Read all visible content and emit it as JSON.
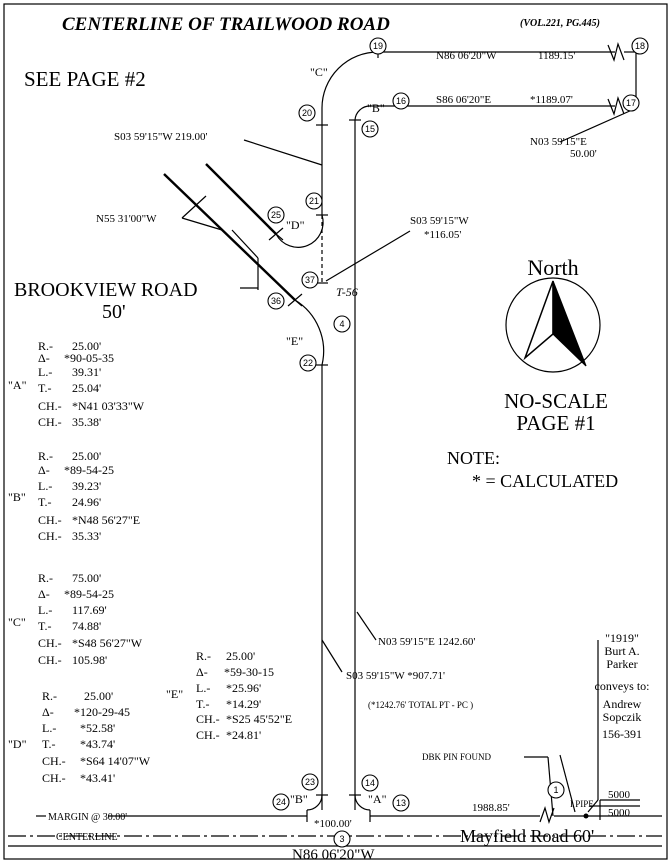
{
  "title": "CENTERLINE OF TRAILWOOD ROAD",
  "title_ref": "(VOL.221, PG.445)",
  "see_page": "SEE PAGE #2",
  "north_label": "North",
  "scale_note": "NO-SCALE",
  "page_note": "PAGE #1",
  "note_label": "NOTE:",
  "note_text": "*  = CALCULATED",
  "brookview": {
    "name": "BROOKVIEW ROAD",
    "width": "50'"
  },
  "mayfield": "Mayfield Road 60'",
  "centerline_label": "CENTERLINE",
  "margin_label": "MARGIN @ 30.00'",
  "bottom_bearing": "N86 06'20\"W",
  "bearings": {
    "top_north": "N86 06'20\"W",
    "top_north_dist": "1189.15'",
    "top_south": "S86 06'20\"E",
    "top_south_dist": "*1189.07'",
    "east_end": "N03 59'15\"E",
    "east_end_dist": "50.00'",
    "west_upper": "S03 59'15\"W  219.00'",
    "brookview_bearing": "N55 31'00\"W",
    "gap": "S03 59'15\"W",
    "gap_dist": "*116.05'",
    "east_long": "N03 59'15\"E  1242.60'",
    "west_long": "S03 59'15\"W  *907.71'",
    "total_note": "(*1242.76' TOTAL PT - PC )",
    "bottom_dist": "1988.85'",
    "bottom_small": "*100.00'"
  },
  "t_label": "T-56",
  "curve_letters": {
    "a": "\"A\"",
    "b": "\"B\"",
    "c": "\"C\"",
    "d": "\"D\"",
    "e": "\"E\""
  },
  "points": [
    "19",
    "18",
    "16",
    "17",
    "20",
    "15",
    "21",
    "25",
    "37",
    "4",
    "36",
    "22",
    "23",
    "24",
    "14",
    "13",
    "3",
    "1"
  ],
  "curve_a": {
    "letter": "\"A\"",
    "rows": [
      {
        "k": "R.-",
        "v": "25.00'"
      },
      {
        "k": "Δ-",
        "v": "*90-05-35"
      },
      {
        "k": "L.-",
        "v": "39.31'"
      },
      {
        "k": "T.-",
        "v": "25.04'"
      },
      {
        "k": "CH.-",
        "v": "*N41 03'33\"W"
      },
      {
        "k": "CH.-",
        "v": "35.38'"
      }
    ]
  },
  "curve_b": {
    "letter": "\"B\"",
    "rows": [
      {
        "k": "R.-",
        "v": "25.00'"
      },
      {
        "k": "Δ-",
        "v": "*89-54-25"
      },
      {
        "k": "L.-",
        "v": "39.23'"
      },
      {
        "k": "T.-",
        "v": "24.96'"
      },
      {
        "k": "CH.-",
        "v": "*N48 56'27\"E"
      },
      {
        "k": "CH.-",
        "v": "35.33'"
      }
    ]
  },
  "curve_c": {
    "letter": "\"C\"",
    "rows": [
      {
        "k": "R.-",
        "v": "75.00'"
      },
      {
        "k": "Δ-",
        "v": "*89-54-25"
      },
      {
        "k": "L.-",
        "v": "117.69'"
      },
      {
        "k": "T.-",
        "v": "74.88'"
      },
      {
        "k": "CH.-",
        "v": "*S48 56'27\"W"
      },
      {
        "k": "CH.-",
        "v": "105.98'"
      }
    ]
  },
  "curve_d": {
    "letter": "\"D\"",
    "rows": [
      {
        "k": "R.-",
        "v": "25.00'"
      },
      {
        "k": "Δ-",
        "v": "*120-29-45"
      },
      {
        "k": "L.-",
        "v": "*52.58'"
      },
      {
        "k": "T.-",
        "v": "*43.74'"
      },
      {
        "k": "CH.-",
        "v": "*S64 14'07\"W"
      },
      {
        "k": "CH.-",
        "v": "*43.41'"
      }
    ]
  },
  "curve_e": {
    "letter": "\"E\"",
    "rows": [
      {
        "k": "R.-",
        "v": "25.00'"
      },
      {
        "k": "Δ-",
        "v": "*59-30-15"
      },
      {
        "k": "L.-",
        "v": "*25.96'"
      },
      {
        "k": "T.-",
        "v": "*14.29'"
      },
      {
        "k": "CH.-",
        "v": "*S25 45'52\"E"
      },
      {
        "k": "CH.-",
        "v": "*24.81'"
      }
    ]
  },
  "conveyance": {
    "year": "\"1919\"",
    "grantor": "Burt A.",
    "grantor2": "Parker",
    "verb": "conveys to:",
    "grantee": "Andrew",
    "grantee2": "Sopczik",
    "ref": "156-391"
  },
  "ratio": {
    "top": "5000",
    "bottom": "5000"
  },
  "pin_found": "DBK PIN FOUND",
  "pipe_label": "I PIPE"
}
